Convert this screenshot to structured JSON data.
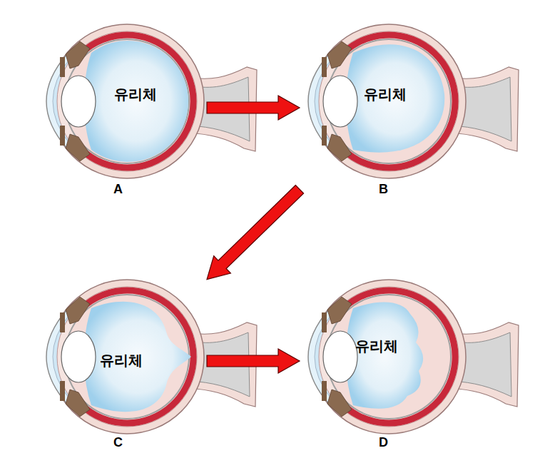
{
  "diagram": {
    "nodes": [
      {
        "text": [
          "유리체",
          "A"
        ]
      },
      {
        "text": [
          "유리체",
          "B"
        ]
      },
      {
        "text": [
          "유리체",
          "C"
        ]
      },
      {
        "text": [
          "유리체",
          "D"
        ]
      }
    ],
    "edges": [
      {
        "from": 0,
        "to": 1,
        "arrow": "to"
      },
      {
        "from": 1,
        "to": 2,
        "arrow": "to"
      },
      {
        "from": 2,
        "to": 3,
        "arrow": "to"
      }
    ]
  }
}
